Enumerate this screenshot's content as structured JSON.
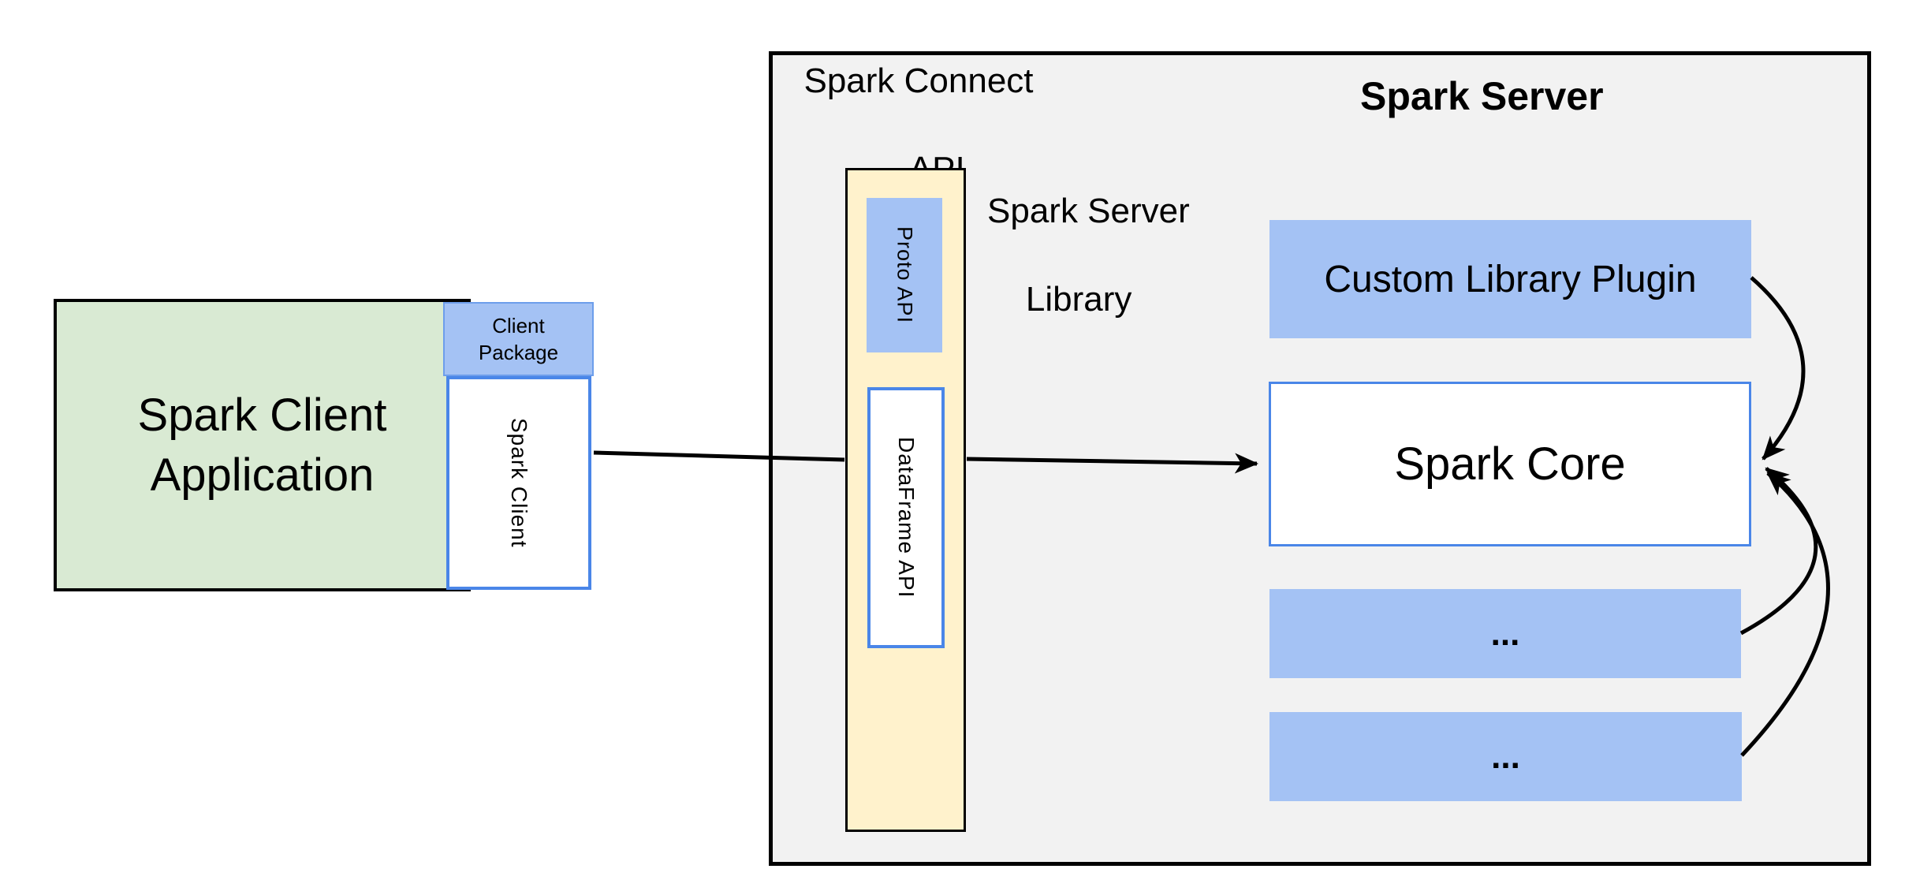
{
  "client": {
    "app_line1": "Spark Client",
    "app_line2": "Application",
    "package_line1": "Client",
    "package_line2": "Package",
    "client_box_label": "Spark Client"
  },
  "connect_api": {
    "title_line1": "Spark Connect",
    "title_line2": "API",
    "proto_api_label": "Proto API",
    "dataframe_api_label": "DataFrame API",
    "server_library_line1": "Spark Server",
    "server_library_line2": "Library"
  },
  "spark_server": {
    "title": "Spark Server",
    "plugin_label": "Custom Library Plugin",
    "core_label": "Spark Core",
    "plugin_slot1_label": "...",
    "plugin_slot2_label": "..."
  },
  "colors": {
    "green_fill": "#d9ead3",
    "blue_fill": "#a4c2f4",
    "yellow_fill": "#fff2cc",
    "panel_fill": "#f2f2f2",
    "blue_border": "#4a86e8",
    "black": "#000000"
  }
}
